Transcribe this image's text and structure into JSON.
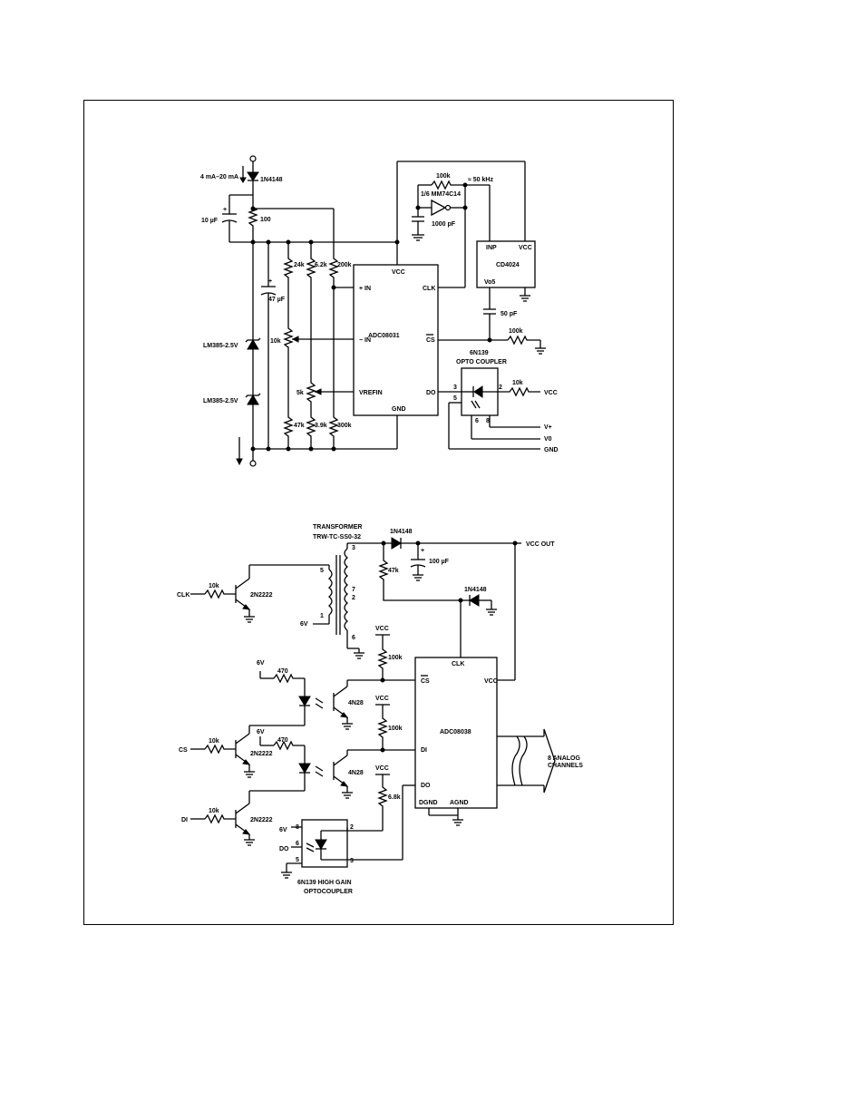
{
  "top_circuit": {
    "input_current": "4 mA–20 mA",
    "d1": "1N4148",
    "c1_plus": "+",
    "c1": "10 µF",
    "r_100": "100",
    "c2_plus": "+",
    "c2": "47 µF",
    "zener1": "LM385-2.5V",
    "zener2": "LM385-2.5V",
    "r_24k": "24k",
    "r_6_2k": "6.2k",
    "r_200k": "200k",
    "pot_10k": "10k",
    "pot_5k": "5k",
    "r_47k": "47k",
    "r_3_9k": "3.9k",
    "r_300k": "300k",
    "osc_r": "100k",
    "osc_freq": "≈ 50 kHz",
    "inverter": "1/6 MM74C14",
    "osc_c": "1000 pF",
    "adc": {
      "name": "ADC08031",
      "vcc": "VCC",
      "in_plus": "+ IN",
      "in_minus": "− IN",
      "vref": "VREFIN",
      "gnd": "GND",
      "clk": "CLK",
      "cs": "CS",
      "do": "DO"
    },
    "counter": {
      "name": "CD4024",
      "inp": "INP",
      "vcc": "VCC",
      "out": "Vo5"
    },
    "c_50pf": "50 pF",
    "r_cs": "100k",
    "opto_name": "6N139",
    "opto_sub": "OPTO COUPLER",
    "opto_pins": [
      "3",
      "5",
      "2",
      "6",
      "8"
    ],
    "r_opto": "10k",
    "vcc_label": "VCC",
    "v_plus": "V+",
    "v_o": "V0",
    "gnd_label": "GND"
  },
  "bottom_circuit": {
    "transformer": "TRANSFORMER",
    "transformer_part": "TRW-TC-SS0-32",
    "xfmr_pins": [
      "3",
      "5",
      "7",
      "2",
      "1",
      "6"
    ],
    "d_top": "1N4148",
    "c_plus": "+",
    "c_100uf": "100 µF",
    "vcc_out": "VCC OUT",
    "r_47k": "47k",
    "d_clk": "1N4148",
    "clk_in": "CLK",
    "cs_in": "CS",
    "di_in": "DI",
    "r_clk": "10k",
    "r_cs": "10k",
    "r_di": "10k",
    "q_clk": "2N2222",
    "q_cs": "2N2222",
    "q_di": "2N2222",
    "v6_xfmr": "6V",
    "v6_a": "6V",
    "v6_b": "6V",
    "v6_c": "6V",
    "r_470_a": "470",
    "r_470_b": "470",
    "opto_a": "4N28",
    "opto_b": "4N28",
    "vcc_1": "VCC",
    "vcc_2": "VCC",
    "vcc_3": "VCC",
    "r_100k_a": "100k",
    "r_100k_b": "100k",
    "r_6_8k": "6.8k",
    "adc": {
      "name": "ADC08038",
      "clk": "CLK",
      "cs": "CS",
      "vcc": "VCC",
      "di": "DI",
      "do": "DO",
      "dgnd": "DGND",
      "agnd": "AGND"
    },
    "analog_1": "8 ANALOG",
    "analog_2": "CHANNELS",
    "opto_do": "DO",
    "opto_pins": [
      "8",
      "6",
      "5",
      "2",
      "3"
    ],
    "opto_name_1": "6N139 HIGH GAIN",
    "opto_name_2": "OPTOCOUPLER"
  }
}
